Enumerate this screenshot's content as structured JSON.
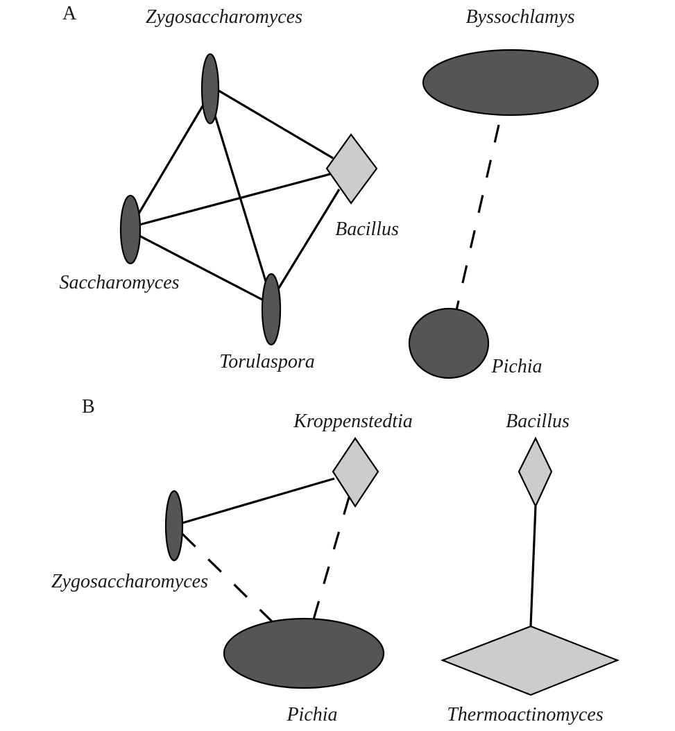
{
  "colors": {
    "yeast_fill": "#555555",
    "bacteria_fill": "#cccccc",
    "stroke": "#000000"
  },
  "legend_semantics": {
    "ellipse": "yeast / fungus genus",
    "diamond": "bacterial genus",
    "solid_edge": "positive association",
    "dashed_edge": "negative association"
  },
  "panels": [
    {
      "id": "A",
      "label": "A",
      "nodes": [
        {
          "id": "zygo",
          "name": "Zygosaccharomyces",
          "shape": "ellipse",
          "kind": "yeast"
        },
        {
          "id": "sacch",
          "name": "Saccharomyces",
          "shape": "ellipse",
          "kind": "yeast"
        },
        {
          "id": "torula",
          "name": "Torulaspora",
          "shape": "ellipse",
          "kind": "yeast"
        },
        {
          "id": "bacillus",
          "name": "Bacillus",
          "shape": "diamond",
          "kind": "bacteria"
        },
        {
          "id": "bysso",
          "name": "Byssochlamys",
          "shape": "ellipse",
          "kind": "yeast"
        },
        {
          "id": "pichia",
          "name": "Pichia",
          "shape": "ellipse",
          "kind": "yeast"
        }
      ],
      "edges": [
        {
          "from": "zygo",
          "to": "sacch",
          "style": "solid"
        },
        {
          "from": "zygo",
          "to": "torula",
          "style": "solid"
        },
        {
          "from": "zygo",
          "to": "bacillus",
          "style": "solid"
        },
        {
          "from": "sacch",
          "to": "bacillus",
          "style": "solid"
        },
        {
          "from": "sacch",
          "to": "torula",
          "style": "solid"
        },
        {
          "from": "torula",
          "to": "bacillus",
          "style": "solid"
        },
        {
          "from": "bysso",
          "to": "pichia",
          "style": "dashed"
        }
      ]
    },
    {
      "id": "B",
      "label": "B",
      "nodes": [
        {
          "id": "zygo",
          "name": "Zygosaccharomyces",
          "shape": "ellipse",
          "kind": "yeast"
        },
        {
          "id": "kropp",
          "name": "Kroppenstedtia",
          "shape": "diamond",
          "kind": "bacteria"
        },
        {
          "id": "pichia",
          "name": "Pichia",
          "shape": "ellipse",
          "kind": "yeast"
        },
        {
          "id": "bacillus",
          "name": "Bacillus",
          "shape": "diamond",
          "kind": "bacteria"
        },
        {
          "id": "thermo",
          "name": "Thermoactinomyces",
          "shape": "diamond",
          "kind": "bacteria"
        }
      ],
      "edges": [
        {
          "from": "zygo",
          "to": "kropp",
          "style": "solid"
        },
        {
          "from": "zygo",
          "to": "pichia",
          "style": "dashed"
        },
        {
          "from": "kropp",
          "to": "pichia",
          "style": "dashed"
        },
        {
          "from": "bacillus",
          "to": "thermo",
          "style": "solid"
        }
      ]
    }
  ]
}
